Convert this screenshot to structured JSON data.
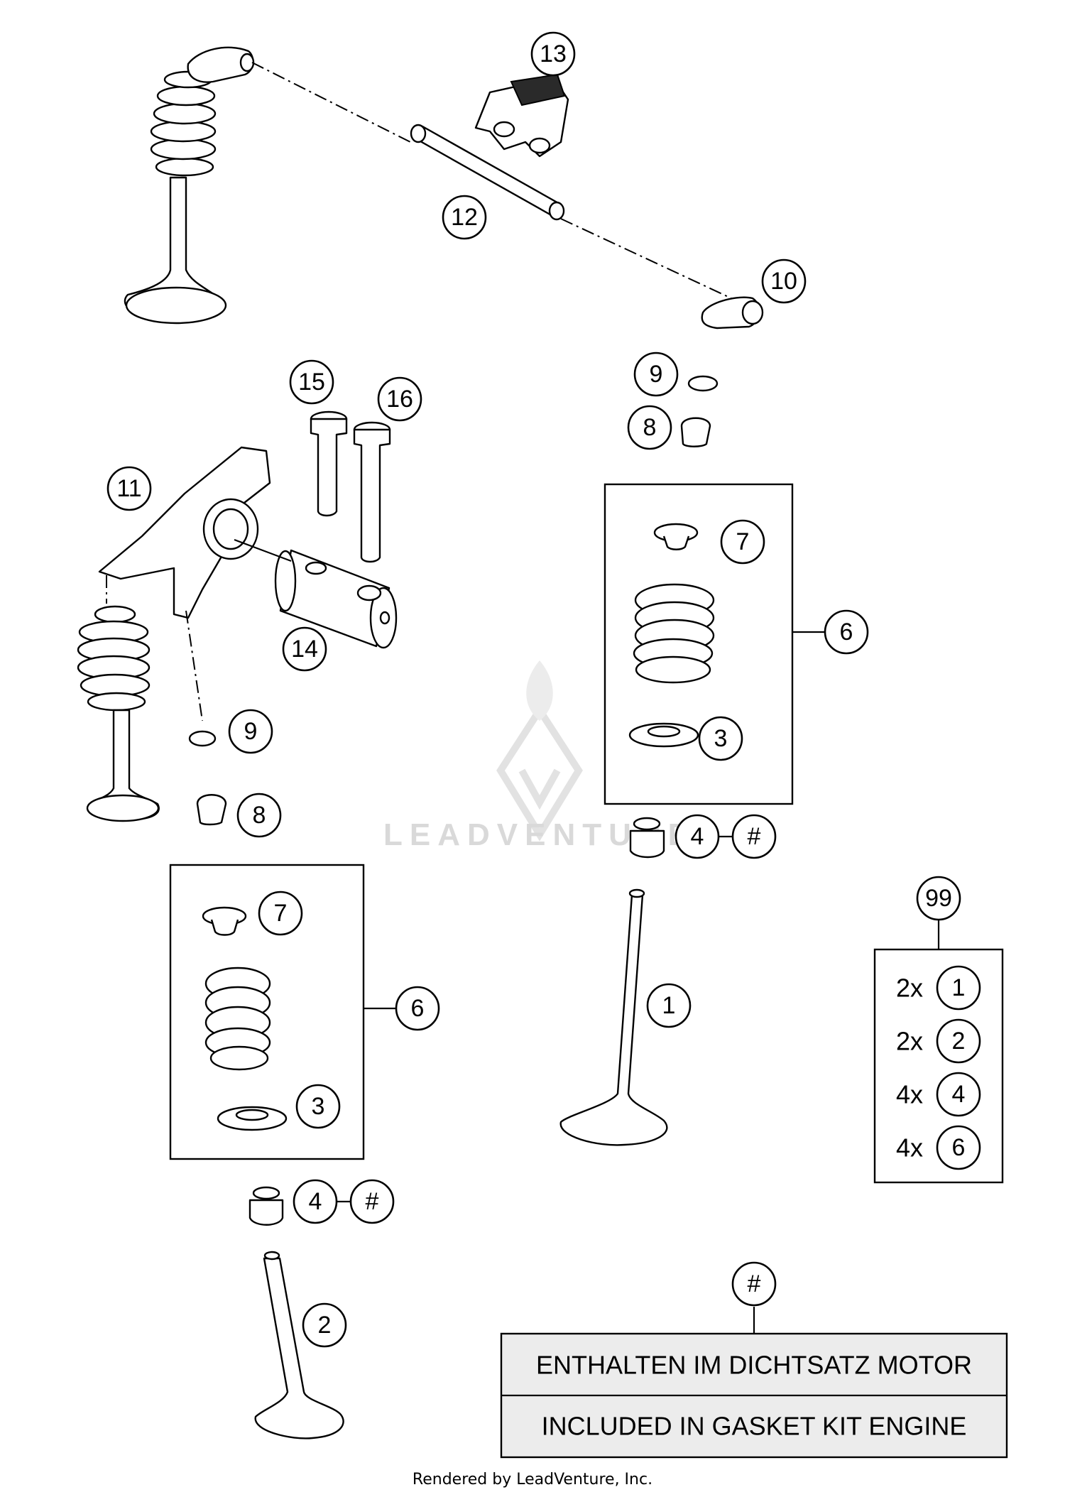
{
  "diagram": {
    "callouts": {
      "c13": "13",
      "c12": "12",
      "c10": "10",
      "c15": "15",
      "c16": "16",
      "c11": "11",
      "c14": "14",
      "c9a": "9",
      "c8a": "8",
      "c9b": "9",
      "c8b": "8",
      "c7a": "7",
      "c6a": "6",
      "c3a": "3",
      "c4a": "4",
      "c4a_hash": "#",
      "c7b": "7",
      "c6b": "6",
      "c3b": "3",
      "c4b": "4",
      "c4b_hash": "#",
      "c1": "1",
      "c2": "2",
      "c99": "99",
      "c_hash_note": "#"
    },
    "kit_99": {
      "rows": [
        {
          "qty": "2x",
          "part": "1"
        },
        {
          "qty": "2x",
          "part": "2"
        },
        {
          "qty": "4x",
          "part": "4"
        },
        {
          "qty": "4x",
          "part": "6"
        }
      ]
    },
    "note": {
      "line_de": "ENTHALTEN IM DICHTSATZ MOTOR",
      "line_en": "INCLUDED IN GASKET KIT ENGINE"
    },
    "watermark": "LEADVENTURE",
    "credit": "Rendered by LeadVenture, Inc."
  }
}
